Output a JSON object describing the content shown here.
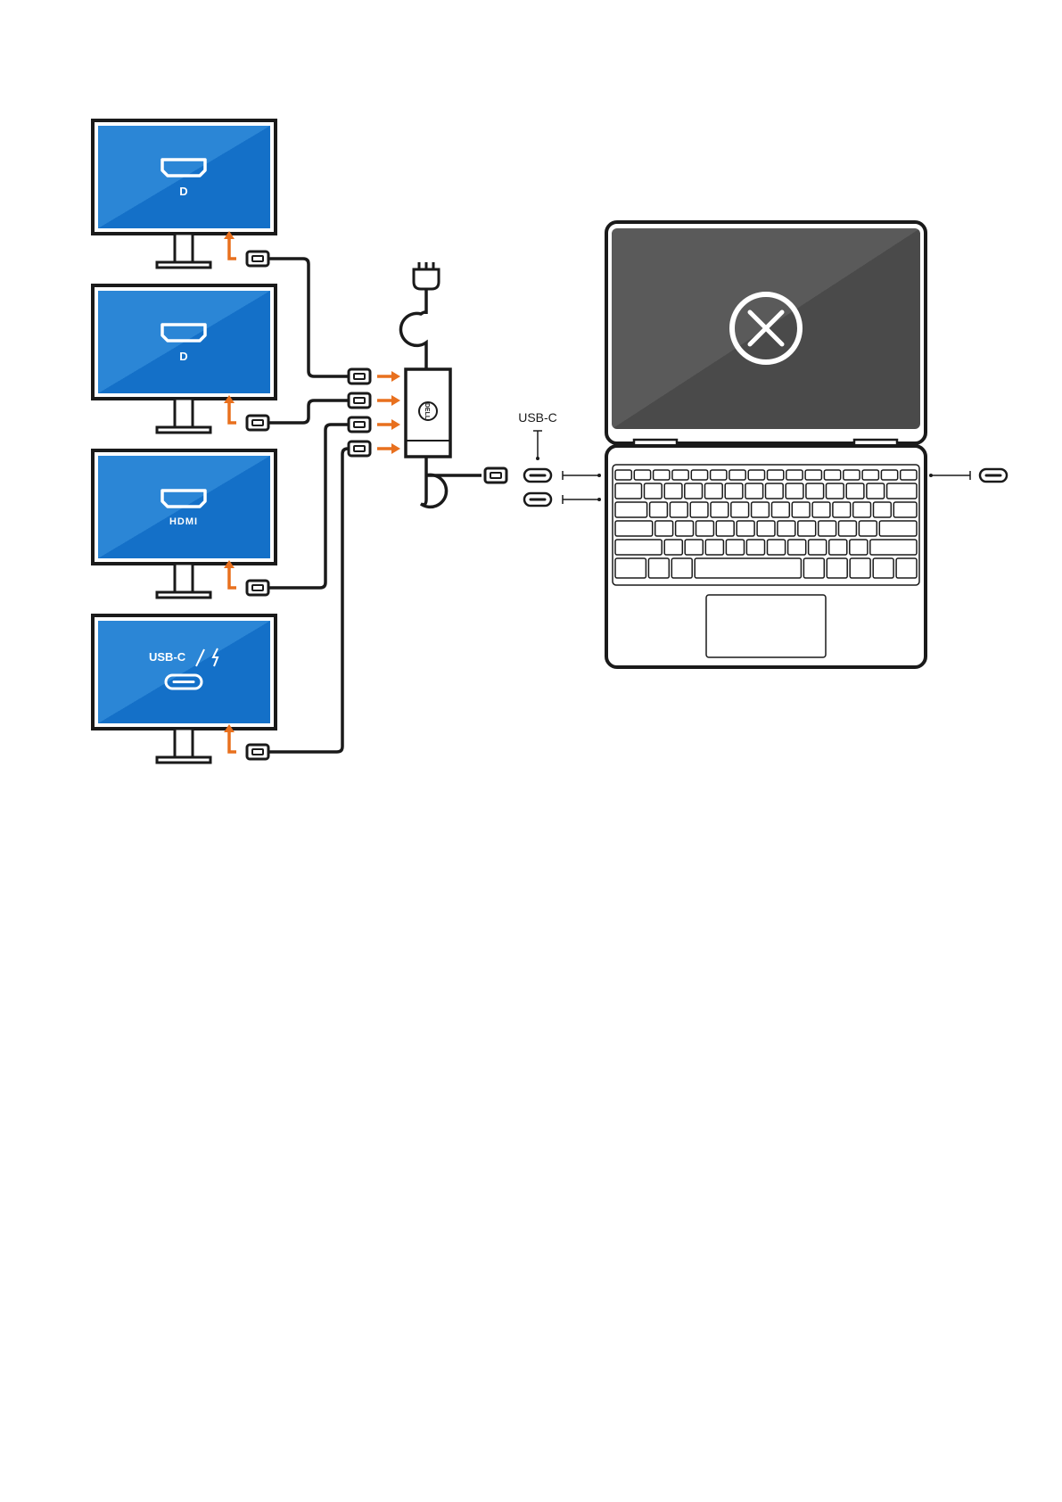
{
  "diagram": {
    "monitors": [
      {
        "port": "DisplayPort",
        "label": "D",
        "icon": "displayport-icon"
      },
      {
        "port": "DisplayPort",
        "label": "D",
        "icon": "displayport-icon"
      },
      {
        "port": "HDMI",
        "label": "HDMI",
        "icon": "hdmi-icon"
      },
      {
        "port": "USB-C / Thunderbolt",
        "label": "USB-C",
        "icon": "usb-c-icon"
      }
    ],
    "dock": {
      "brand": "DELL"
    },
    "laptop_port_label": "USB-C",
    "laptop_screen_status": "x-circle-icon",
    "colors": {
      "monitor_blue": "#1470c8",
      "monitor_blue_light": "#2b86d6",
      "arrow_orange": "#e8701e",
      "screen_grey": "#555555",
      "outline": "#1a1a1a"
    }
  }
}
